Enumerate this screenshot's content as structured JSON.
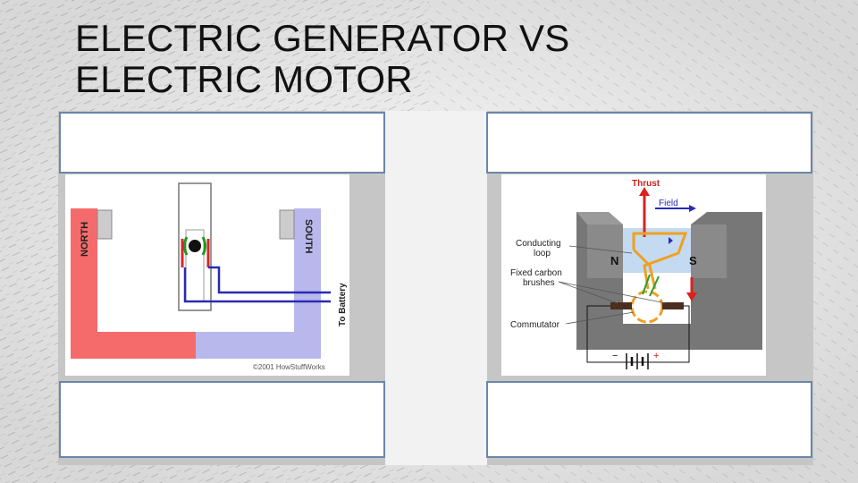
{
  "slide": {
    "title_line1": "ELECTRIC GENERATOR VS",
    "title_line2": "ELECTRIC MOTOR"
  },
  "generator_diagram": {
    "north_label": "NORTH",
    "south_label": "SOUTH",
    "battery_label": "To Battery",
    "copyright": "©2001 HowStuffWorks"
  },
  "motor_diagram": {
    "thrust_label": "Thrust",
    "field_label": "Field",
    "loop_label_line1": "Conducting",
    "loop_label_line2": "loop",
    "brushes_label_line1": "Fixed carbon",
    "brushes_label_line2": "brushes",
    "commutator_label": "Commutator",
    "north_pole": "N",
    "south_pole": "S",
    "minus_sign": "−",
    "plus_sign": "+"
  },
  "colors": {
    "north_magnet": "#f56b6b",
    "south_magnet": "#b8b8ec",
    "wire": "#2a2ab5",
    "box_border": "#6a86a8",
    "thrust_arrow": "#d9231f",
    "loop": "#f0a020"
  }
}
